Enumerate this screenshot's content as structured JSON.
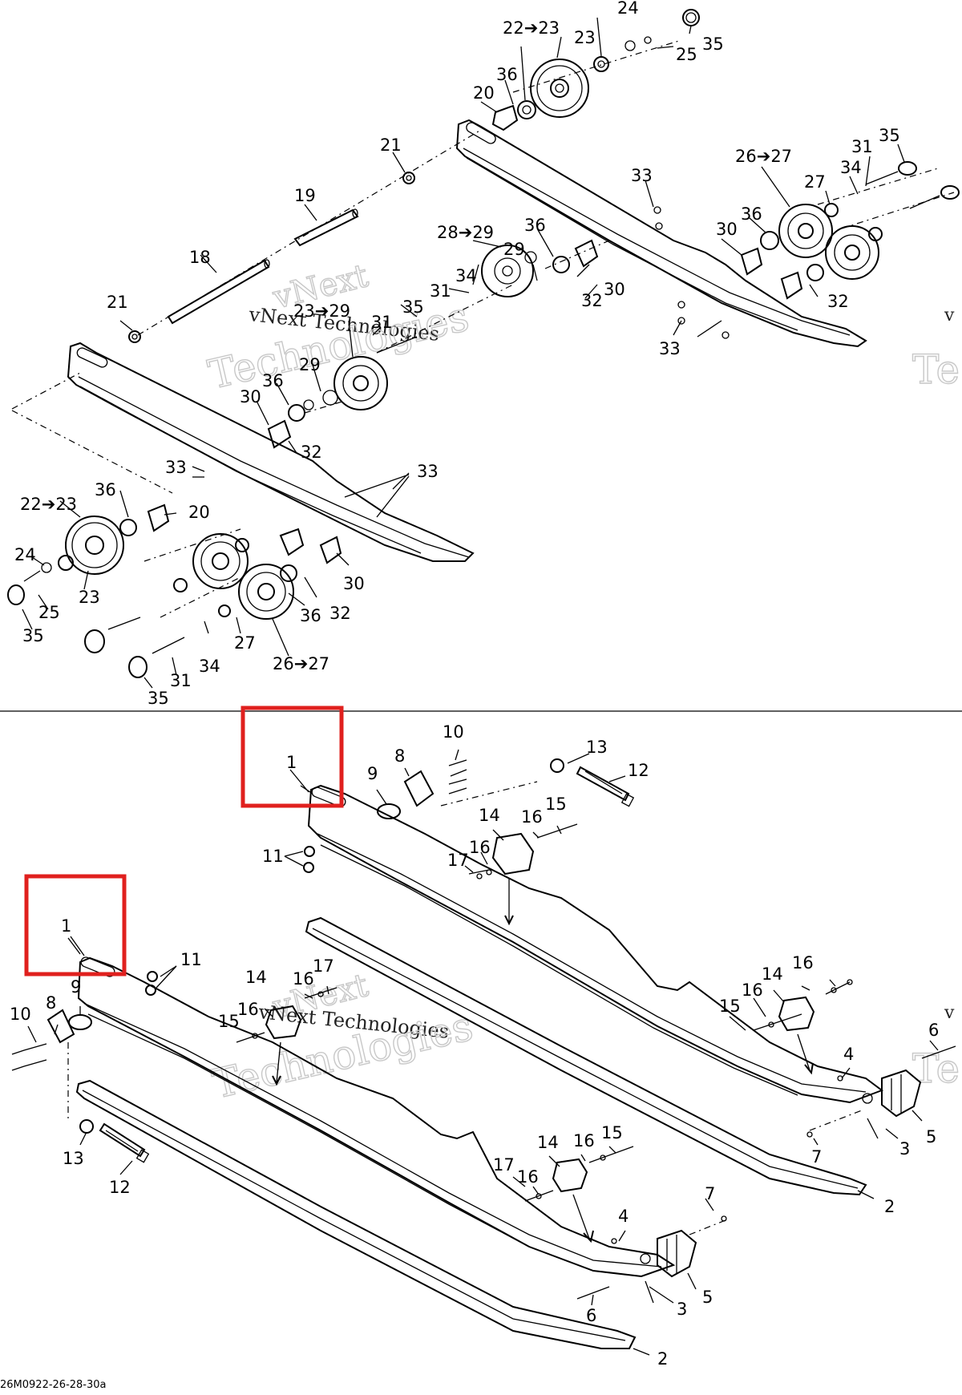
{
  "watermark": {
    "text_short": "vNext",
    "text_long": "vNext Technologies",
    "text_tech": "Technologies",
    "text_edge_v": "v",
    "text_edge_te": "Te"
  },
  "reference_code": "26M0922-26-28-30a",
  "highlight_color": "#e0201e",
  "callouts_top": [
    {
      "text": "24"
    },
    {
      "text": "22➔23"
    },
    {
      "text": "23"
    },
    {
      "text": "35"
    },
    {
      "text": "25"
    },
    {
      "text": "36"
    },
    {
      "text": "20"
    },
    {
      "text": "21"
    },
    {
      "text": "19"
    },
    {
      "text": "33"
    },
    {
      "text": "26➔27"
    },
    {
      "text": "31"
    },
    {
      "text": "35"
    },
    {
      "text": "34"
    },
    {
      "text": "27"
    },
    {
      "text": "28➔29"
    },
    {
      "text": "36"
    },
    {
      "text": "30"
    },
    {
      "text": "36"
    },
    {
      "text": "29"
    },
    {
      "text": "18"
    },
    {
      "text": "34"
    },
    {
      "text": "30"
    },
    {
      "text": "32"
    },
    {
      "text": "32"
    },
    {
      "text": "31"
    },
    {
      "text": "21"
    },
    {
      "text": "35"
    },
    {
      "text": "23➔29"
    },
    {
      "text": "31"
    },
    {
      "text": "33"
    },
    {
      "text": "29"
    },
    {
      "text": "36"
    },
    {
      "text": "30"
    },
    {
      "text": "32"
    },
    {
      "text": "33"
    },
    {
      "text": "33"
    },
    {
      "text": "22➔23"
    },
    {
      "text": "36"
    },
    {
      "text": "20"
    },
    {
      "text": "24"
    },
    {
      "text": "23"
    },
    {
      "text": "25"
    },
    {
      "text": "35"
    },
    {
      "text": "30"
    },
    {
      "text": "32"
    },
    {
      "text": "36"
    },
    {
      "text": "27"
    },
    {
      "text": "34"
    },
    {
      "text": "31"
    },
    {
      "text": "26➔27"
    },
    {
      "text": "35"
    }
  ],
  "callouts_bottom": [
    {
      "text": "10"
    },
    {
      "text": "13"
    },
    {
      "text": "1"
    },
    {
      "text": "8"
    },
    {
      "text": "9"
    },
    {
      "text": "12"
    },
    {
      "text": "14"
    },
    {
      "text": "16"
    },
    {
      "text": "15"
    },
    {
      "text": "11"
    },
    {
      "text": "16"
    },
    {
      "text": "17"
    },
    {
      "text": "1"
    },
    {
      "text": "11"
    },
    {
      "text": "17"
    },
    {
      "text": "16"
    },
    {
      "text": "14"
    },
    {
      "text": "10"
    },
    {
      "text": "8"
    },
    {
      "text": "9"
    },
    {
      "text": "14"
    },
    {
      "text": "16"
    },
    {
      "text": "16"
    },
    {
      "text": "15"
    },
    {
      "text": "15"
    },
    {
      "text": "16"
    },
    {
      "text": "4"
    },
    {
      "text": "6"
    },
    {
      "text": "13"
    },
    {
      "text": "3"
    },
    {
      "text": "5"
    },
    {
      "text": "7"
    },
    {
      "text": "12"
    },
    {
      "text": "2"
    },
    {
      "text": "14"
    },
    {
      "text": "16"
    },
    {
      "text": "15"
    },
    {
      "text": "17"
    },
    {
      "text": "16"
    },
    {
      "text": "7"
    },
    {
      "text": "4"
    },
    {
      "text": "6"
    },
    {
      "text": "3"
    },
    {
      "text": "5"
    },
    {
      "text": "2"
    }
  ]
}
